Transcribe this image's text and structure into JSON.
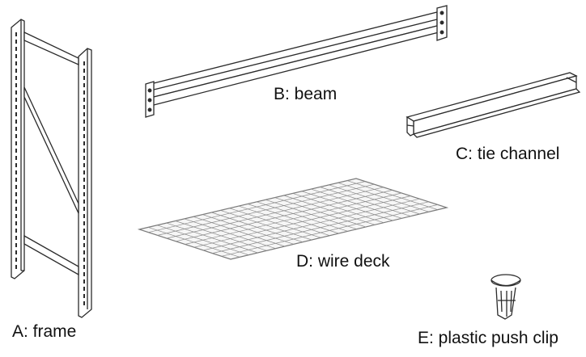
{
  "parts": {
    "frame": {
      "label": "A: frame",
      "icon": "rack-frame-icon"
    },
    "beam": {
      "label": "B: beam",
      "icon": "rack-beam-icon"
    },
    "tie_channel": {
      "label": "C: tie channel",
      "icon": "tie-channel-icon"
    },
    "wire_deck": {
      "label": "D: wire deck",
      "icon": "wire-deck-icon"
    },
    "push_clip": {
      "label": "E: plastic push clip",
      "icon": "push-clip-icon"
    }
  },
  "colors": {
    "stroke": "#2b2b2b",
    "fill": "#ffffff",
    "deck": "#7a7a7a"
  }
}
